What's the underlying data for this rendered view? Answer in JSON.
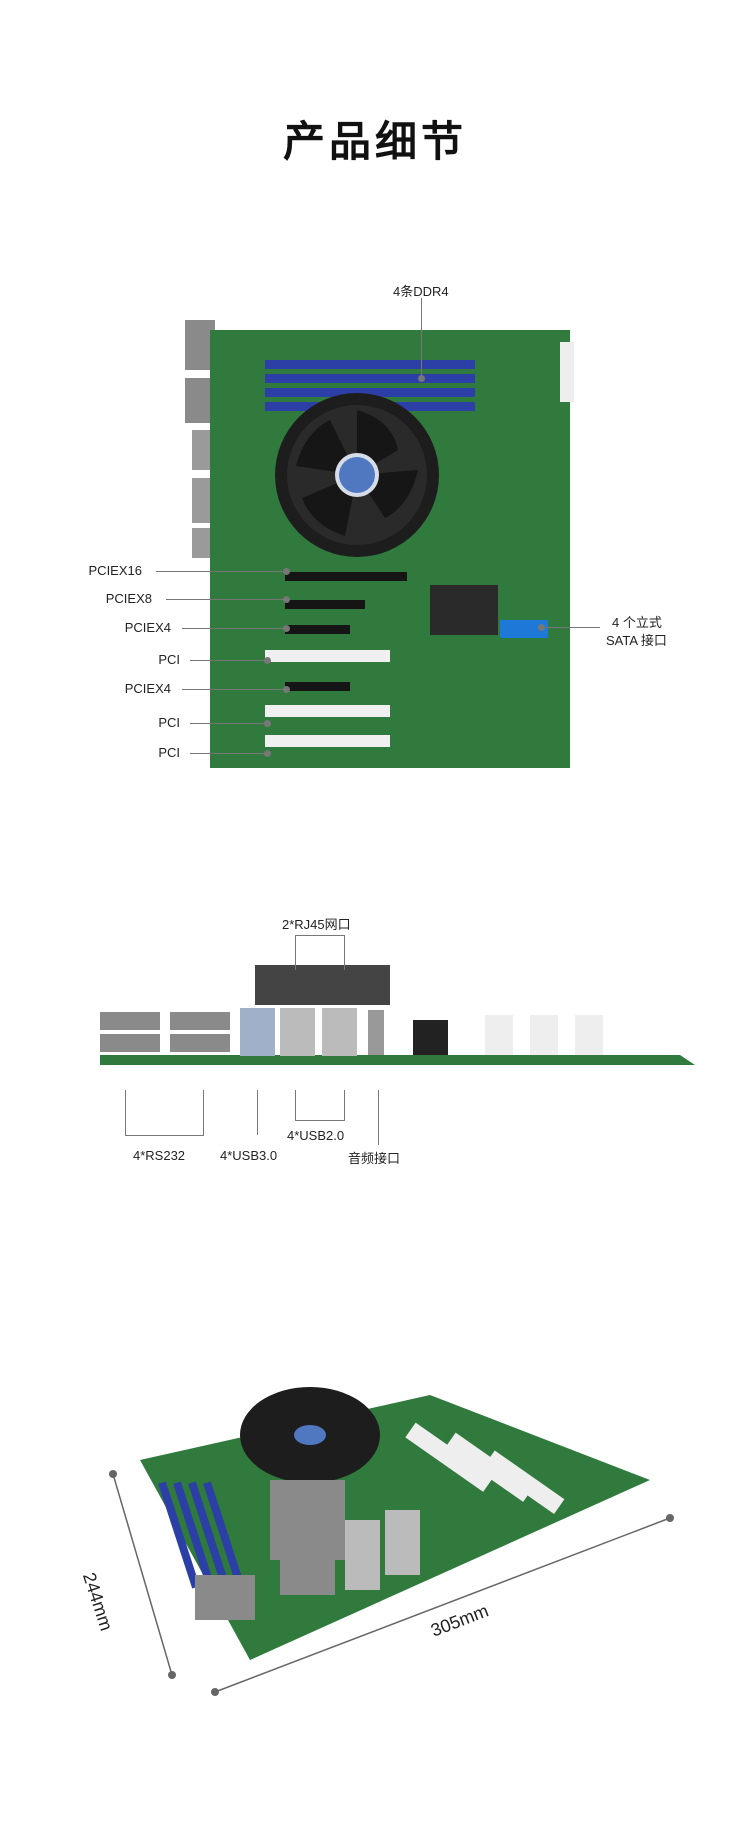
{
  "title": "产品细节",
  "board_top": {
    "callouts": {
      "ddr4": "4条DDR4",
      "sata_line1": "4 个立式",
      "sata_line2": "SATA 接口",
      "slots": [
        "PCIEX16",
        "PCIEX8",
        "PCIEX4",
        "PCI",
        "PCIEX4",
        "PCI",
        "PCI"
      ]
    }
  },
  "board_io": {
    "callouts": {
      "rj45": "2*RJ45网口",
      "rs232": "4*RS232",
      "usb3": "4*USB3.0",
      "usb2": "4*USB2.0",
      "audio": "音频接口"
    }
  },
  "board_iso": {
    "dims": {
      "width": "305mm",
      "depth": "244mm"
    }
  },
  "colors": {
    "pcb_green": "#2f7a3c",
    "dimm_blue": "#2b3fa6",
    "sata_blue": "#1e78d8",
    "heatsink": "#1d1d1d"
  }
}
